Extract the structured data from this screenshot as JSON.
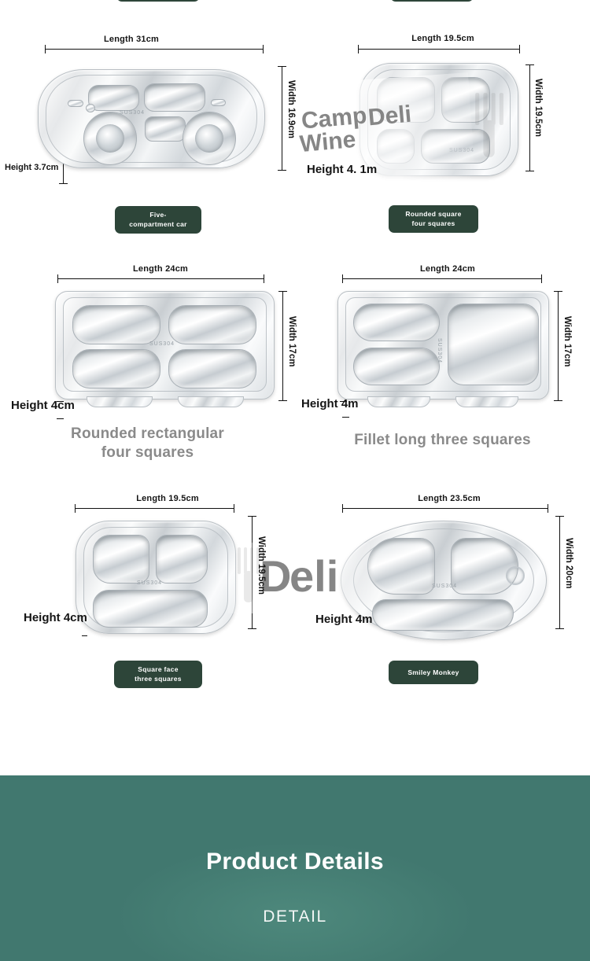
{
  "products": [
    {
      "id": "five-compartment-car",
      "name": "Five-\ncompartment car",
      "length": "Length 31cm",
      "width": "Width 16.9cm",
      "height": "Height 3.7cm",
      "material_mark": "SUS304",
      "label_style": "badge"
    },
    {
      "id": "rounded-square-four-squares",
      "name": "Rounded square\nfour squares",
      "length": "Length 19.5cm",
      "width": "Width 19.5cm",
      "height": "Height 4.\n1m",
      "material_mark": "SUS304",
      "label_style": "badge"
    },
    {
      "id": "rounded-rectangular-four-squares",
      "name": "Rounded rectangular\nfour squares",
      "length": "Length 24cm",
      "width": "Width 17cm",
      "height": "Height\n4cm",
      "material_mark": "SUS304",
      "label_style": "caption"
    },
    {
      "id": "fillet-long-three-squares",
      "name": "Fillet long three squares",
      "length": "Length 24cm",
      "width": "Width 17cm",
      "height": "Height\n4m",
      "material_mark": "SUS304",
      "label_style": "caption"
    },
    {
      "id": "square-face-three-squares",
      "name": "Square face\nthree squares",
      "length": "Length 19.5cm",
      "width": "Width 19.5cm",
      "height": "Height\n4cm",
      "material_mark": "SUS304",
      "label_style": "badge"
    },
    {
      "id": "smiley-monkey",
      "name": "Smiley Monkey",
      "length": "Length 23.5cm",
      "width": "Width 20cm",
      "height": "Height\n4m",
      "material_mark": "SUS304",
      "label_style": "badge"
    }
  ],
  "top_cut_badges": [
    {
      "id": "top-left-badge",
      "text": ""
    },
    {
      "id": "top-right-badge",
      "text": ""
    }
  ],
  "watermarks": [
    {
      "id": "camp",
      "text": "Camp"
    },
    {
      "id": "deli-top",
      "text": "Deli"
    },
    {
      "id": "wine",
      "text": "Wine"
    },
    {
      "id": "deli-bottom-left",
      "text": "Deli"
    },
    {
      "id": "d-bottom",
      "text": "D"
    },
    {
      "id": "eli-bottom",
      "text": "eli"
    }
  ],
  "banner": {
    "title": "Product Details",
    "subtitle": "DETAIL",
    "background_color": "#41786f"
  },
  "colors": {
    "badge_green": "#2d4539",
    "banner_green": "#41786f",
    "caption_gray": "#8a8a8a",
    "dimension_text": "#151515",
    "watermark_gray": "#808080"
  }
}
